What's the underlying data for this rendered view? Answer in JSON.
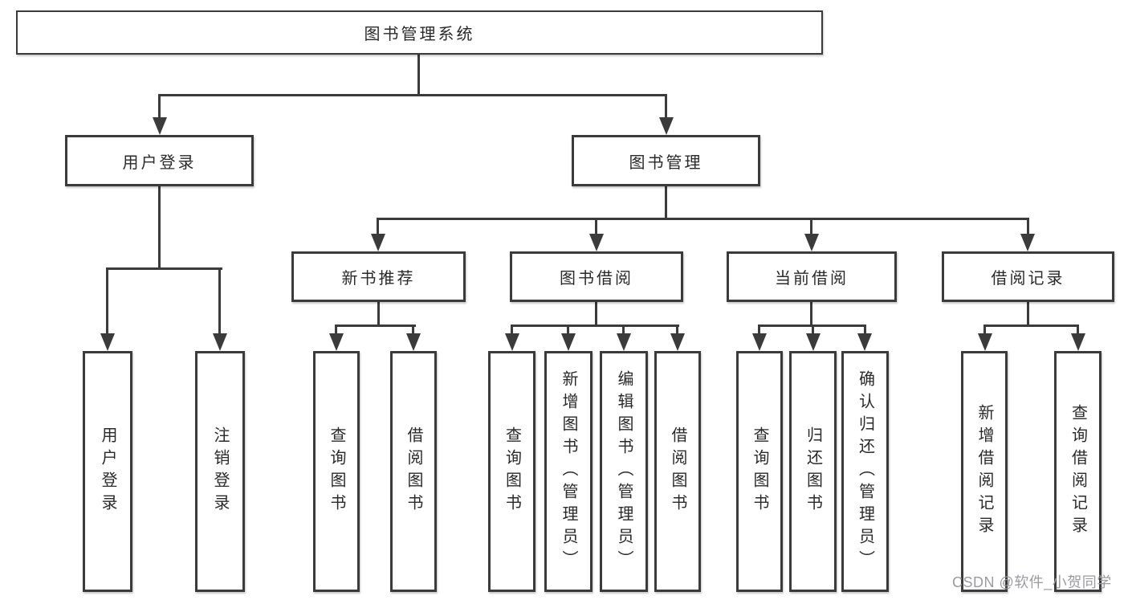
{
  "tree": {
    "label": "图书管理系统",
    "children": [
      {
        "label": "用户登录",
        "children": [
          {
            "label": "用户登录"
          },
          {
            "label": "注销登录"
          }
        ]
      },
      {
        "label": "图书管理",
        "children": [
          {
            "label": "新书推荐",
            "children": [
              {
                "label": "查询图书"
              },
              {
                "label": "借阅图书"
              }
            ]
          },
          {
            "label": "图书借阅",
            "children": [
              {
                "label": "查询图书"
              },
              {
                "label": "新增图书（管理员）"
              },
              {
                "label": "编辑图书（管理员）"
              },
              {
                "label": "借阅图书"
              }
            ]
          },
          {
            "label": "当前借阅",
            "children": [
              {
                "label": "查询图书"
              },
              {
                "label": "归还图书"
              },
              {
                "label": "确认归还（管理员）"
              }
            ]
          },
          {
            "label": "借阅记录",
            "children": [
              {
                "label": "新增借阅记录"
              },
              {
                "label": "查询借阅记录"
              }
            ]
          }
        ]
      }
    ]
  },
  "watermark": "CSDN @软件_小贺同学",
  "colors": {
    "line": "#3b3b3b",
    "text": "#2a2a2a",
    "box_fill": "#ffffff",
    "background": "#ffffff",
    "watermark": "#9b9b9f"
  }
}
